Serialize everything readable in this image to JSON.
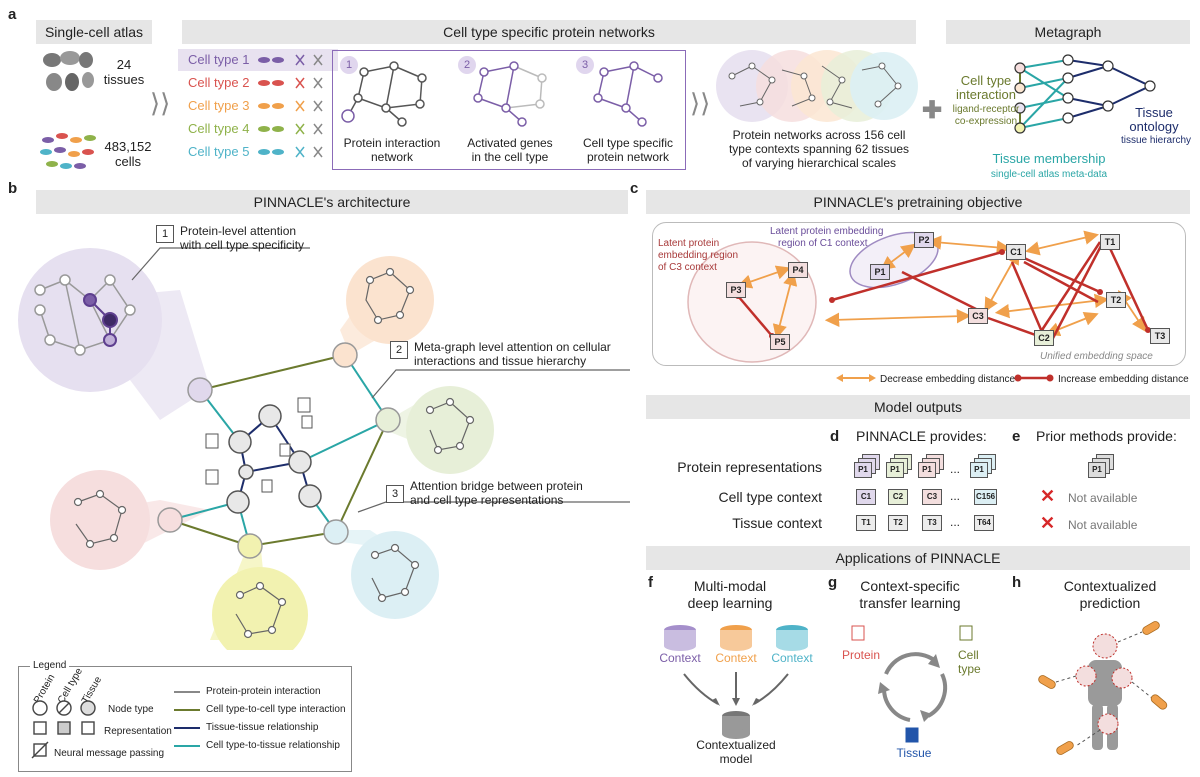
{
  "panels": {
    "a": "a",
    "b": "b",
    "c": "c",
    "d": "d",
    "e": "e",
    "f": "f",
    "g": "g",
    "h": "h"
  },
  "a": {
    "atlas_title": "Single-cell atlas",
    "tissues_num": "24",
    "tissues_label": "tissues",
    "cells_num": "483,152",
    "cells_label": "cells",
    "networks_title": "Cell type specific protein networks",
    "cell_types": [
      "Cell type 1",
      "Cell type 2",
      "Cell type 3",
      "Cell type 4",
      "Cell type 5"
    ],
    "cell_type_colors": [
      "#7b5ea7",
      "#d9534f",
      "#f0a04b",
      "#8fb24a",
      "#4fb3c8"
    ],
    "steps": [
      {
        "num": "1",
        "label_line1": "Protein interaction",
        "label_line2": "network"
      },
      {
        "num": "2",
        "label_line1": "Activated genes",
        "label_line2": "in the cell type"
      },
      {
        "num": "3",
        "label_line1": "Cell type specific",
        "label_line2": "protein network"
      }
    ],
    "across_line1": "Protein networks across 156 cell",
    "across_line2": "type contexts spanning 62 tissues",
    "across_line3": "of varying hierarchical scales",
    "metagraph_title": "Metagraph",
    "cti_line1": "Cell type",
    "cti_line2": "interaction",
    "cti_sub1": "ligand-receptor",
    "cti_sub2": "co-expression",
    "onto_line1": "Tissue",
    "onto_line2": "ontology",
    "onto_sub": "tissue hierarchy",
    "membership": "Tissue membership",
    "membership_sub": "single-cell atlas meta-data"
  },
  "b": {
    "title": "PINNACLE's architecture",
    "callouts": [
      {
        "num": "1",
        "line1": "Protein-level attention",
        "line2": "with cell type specificity"
      },
      {
        "num": "2",
        "line1": "Meta-graph level attention on cellular",
        "line2": "interactions and tissue hierarchy"
      },
      {
        "num": "3",
        "line1": "Attention bridge between protein",
        "line2": "and cell type representations"
      }
    ],
    "legend": {
      "title": "Legend",
      "col_protein": "Protein",
      "col_celltype": "Cell type",
      "col_tissue": "Tissue",
      "node_type": "Node type",
      "representation": "Representation",
      "message_passing": "Neural message passing",
      "ppi": "Protein-protein interaction",
      "ctct": "Cell type-to-cell type interaction",
      "tt": "Tissue-tissue relationship",
      "ctt": "Cell type-to-tissue relationship"
    }
  },
  "c": {
    "title": "PINNACLE's pretraining objective",
    "c3_region_line1": "Latent protein",
    "c3_region_line2": "embedding region",
    "c3_region_line3": "of C3 context",
    "c1_region_line1": "Latent protein embedding",
    "c1_region_line2": "region of C1 context",
    "unified": "Unified embedding space",
    "decrease": "Decrease embedding distance",
    "increase": "Increase embedding distance",
    "nodes": [
      "P1",
      "P2",
      "P3",
      "P4",
      "P5",
      "C1",
      "C2",
      "C3",
      "T1",
      "T2",
      "T3"
    ]
  },
  "outputs": {
    "title": "Model outputs",
    "pinnacle_provides": "PINNACLE provides:",
    "prior_provides": "Prior methods provide:",
    "rows": [
      "Protein representations",
      "Cell type context",
      "Tissue context"
    ],
    "celltype_tokens": [
      "C1",
      "C2",
      "C3",
      "...",
      "C156"
    ],
    "tissue_tokens": [
      "T1",
      "T2",
      "T3",
      "...",
      "T64"
    ],
    "protein_token": "P1",
    "not_available": "Not available"
  },
  "apps": {
    "title": "Applications of PINNACLE",
    "f_line1": "Multi-modal",
    "f_line2": "deep learning",
    "g_line1": "Context-specific",
    "g_line2": "transfer learning",
    "h_line1": "Contextualized",
    "h_line2": "prediction",
    "context": "Context",
    "contextualized_line1": "Contextualized",
    "contextualized_line2": "model",
    "protein": "Protein",
    "cell_line1": "Cell",
    "cell_line2": "type",
    "tissue": "Tissue"
  }
}
